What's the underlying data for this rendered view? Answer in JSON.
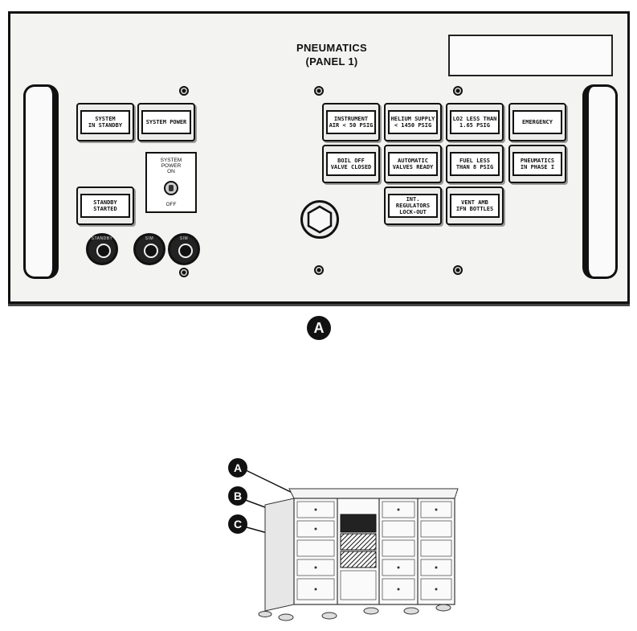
{
  "panel": {
    "title_line1": "PNEUMATICS",
    "title_line2": "(PANEL 1)"
  },
  "lamps": {
    "system_in_standby": "SYSTEM\nIN STANDBY",
    "system_power": "SYSTEM POWER",
    "standby_started": "STANDBY\nSTARTED",
    "instrument_air": "INSTRUMENT\nAIR < 50 PSIG",
    "helium_supply": "HELIUM SUPPLY\n< 1450 PSIG",
    "lo2_less_than": "LO2 LESS THAN\n1.65 PSIG",
    "emergency": "EMERGENCY",
    "boil_off_valve": "BOIL OFF\nVALVE CLOSED",
    "automatic_valves": "AUTOMATIC\nVALVES READY",
    "fuel_less_than": "FUEL LESS\nTHAN 8 PSIG",
    "pneumatics_in_phase": "PNEUMATICS\nIN PHASE I",
    "int_regulators": "INT. REGULATORS\nLOCK-OUT",
    "vent_amb": "VENT AMB\nIFN BOTTLES"
  },
  "switch": {
    "label_line1": "SYSTEM",
    "label_line2": "POWER",
    "label_on": "ON",
    "label_off": "OFF"
  },
  "buttons": {
    "standby": "STANDBY",
    "button_2": "SIM",
    "button_3": "SIM"
  },
  "callouts": {
    "panel_label": "A",
    "cabinet_a": "A",
    "cabinet_b": "B",
    "cabinet_c": "C"
  }
}
